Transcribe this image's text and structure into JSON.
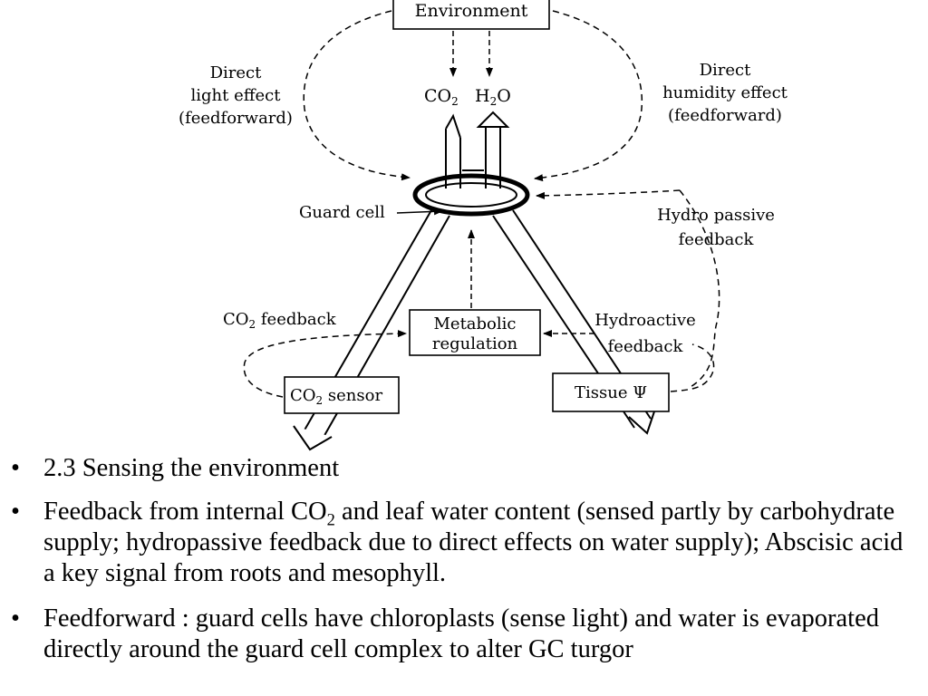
{
  "diagram": {
    "environment": "Environment",
    "co2_label": "CO",
    "h2o_label_a": "H",
    "h2o_label_b": "O",
    "sub_2": "2",
    "direct_light_1": "Direct",
    "direct_light_2": "light effect",
    "direct_light_3": "(feedforward)",
    "direct_humidity_1": "Direct",
    "direct_humidity_2": "humidity effect",
    "direct_humidity_3": "(feedforward)",
    "guard_cell": "Guard cell",
    "hydro_passive_1": "Hydro passive",
    "hydro_passive_2": "feedback",
    "co2_feedback_a": "CO",
    "co2_feedback_b": " feedback",
    "metabolic_1": "Metabolic",
    "metabolic_2": "regulation",
    "hydroactive_1": "Hydroactive",
    "hydroactive_2": "feedback",
    "co2_sensor_a": "CO",
    "co2_sensor_b": " sensor",
    "tissue": "Tissue Ψ"
  },
  "bullets": {
    "bullet_char": "•",
    "item1": "2.3 Sensing the environment",
    "item2_a": "Feedback from internal CO",
    "item2_sub": "2",
    "item2_b": " and leaf water content (sensed partly by carbohydrate supply; hydropassive feedback due to direct effects on water supply); Abscisic acid a key signal from roots and mesophyll.",
    "item3": "Feedforward : guard cells have chloroplasts (sense light) and water is evaporated directly around the guard cell complex to alter GC turgor"
  }
}
